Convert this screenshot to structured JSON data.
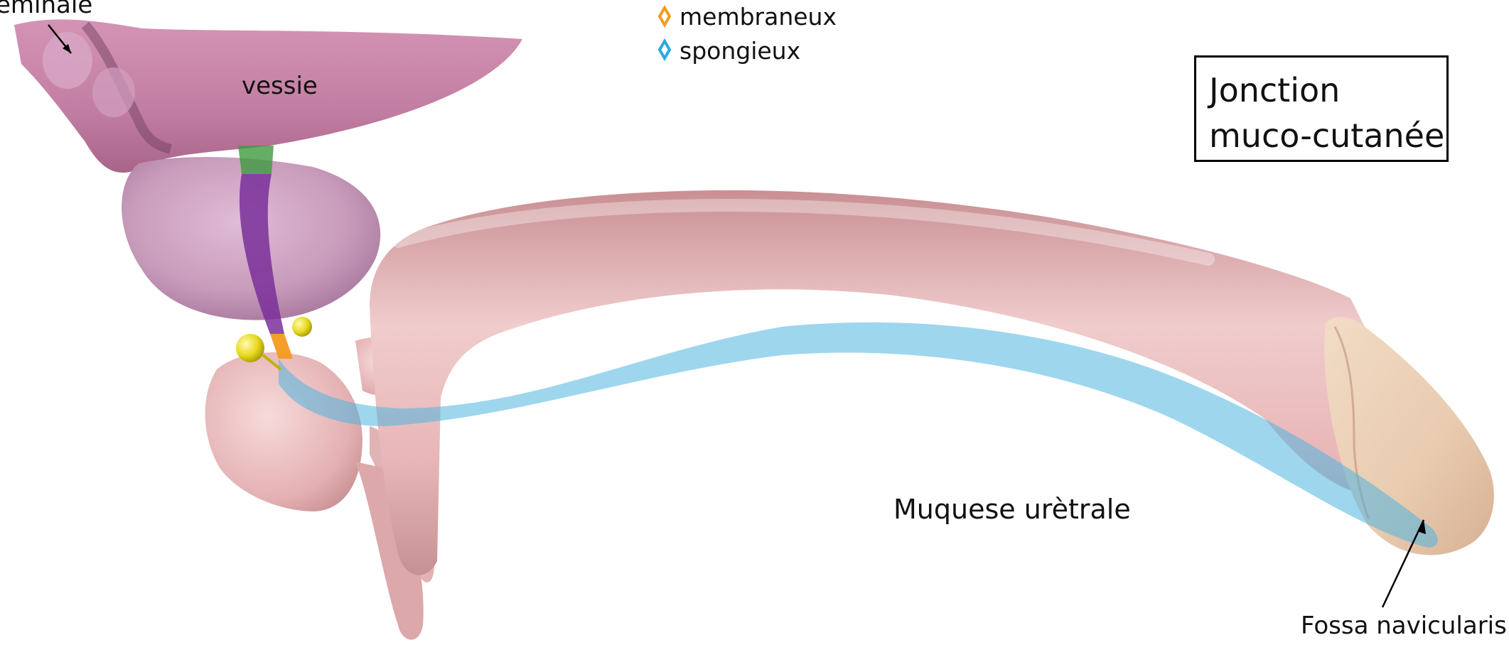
{
  "labels": {
    "cut_label": "éminale",
    "bladder": "vessie",
    "mucosa": "Muquese urètrale",
    "fossa": "Fossa navicularis"
  },
  "legend": [
    {
      "label": "membraneux",
      "color": "#f39a1e"
    },
    {
      "label": "spongieux",
      "color": "#2aa9e0"
    }
  ],
  "box": {
    "line1": "Jonction",
    "line2": "muco-cutanée"
  },
  "colors": {
    "prostatic_segment": "#7a2f9a",
    "bladder_neck": "#3f9a3f",
    "membranous": "#f39a1e",
    "spongy": "#2aa9e0"
  }
}
